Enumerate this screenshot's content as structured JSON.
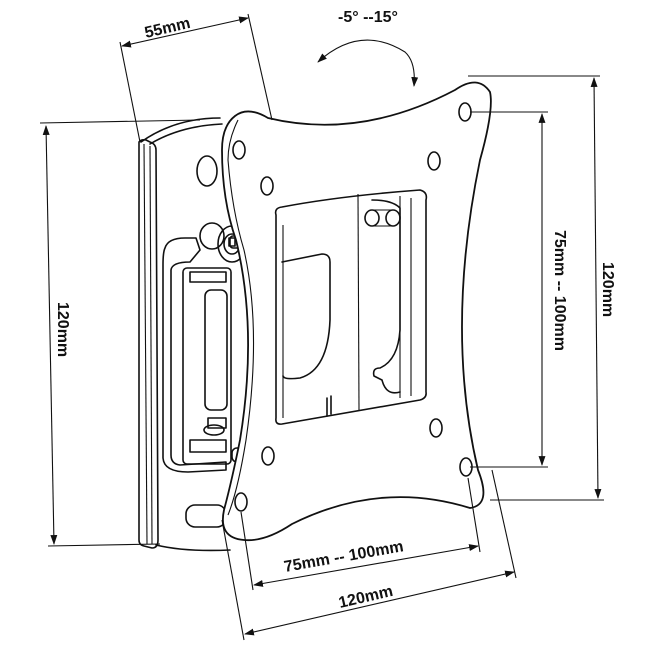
{
  "diagram": {
    "subject": "Tilting TV wall mount bracket",
    "dimensions": {
      "depth": "55mm",
      "tilt_range": "-5° --15°",
      "hole_spacing_vertical": "75mm -- 100mm",
      "plate_height": "120mm",
      "wall_plate_height": "120mm",
      "hole_spacing_horizontal": "75mm -- 100mm",
      "plate_width": "120mm"
    },
    "icons": {
      "tilt_arrow": "curved-double-arrow",
      "dimension_arrow": "arrowhead"
    },
    "line_color": "#111111",
    "background_color": "#ffffff"
  }
}
